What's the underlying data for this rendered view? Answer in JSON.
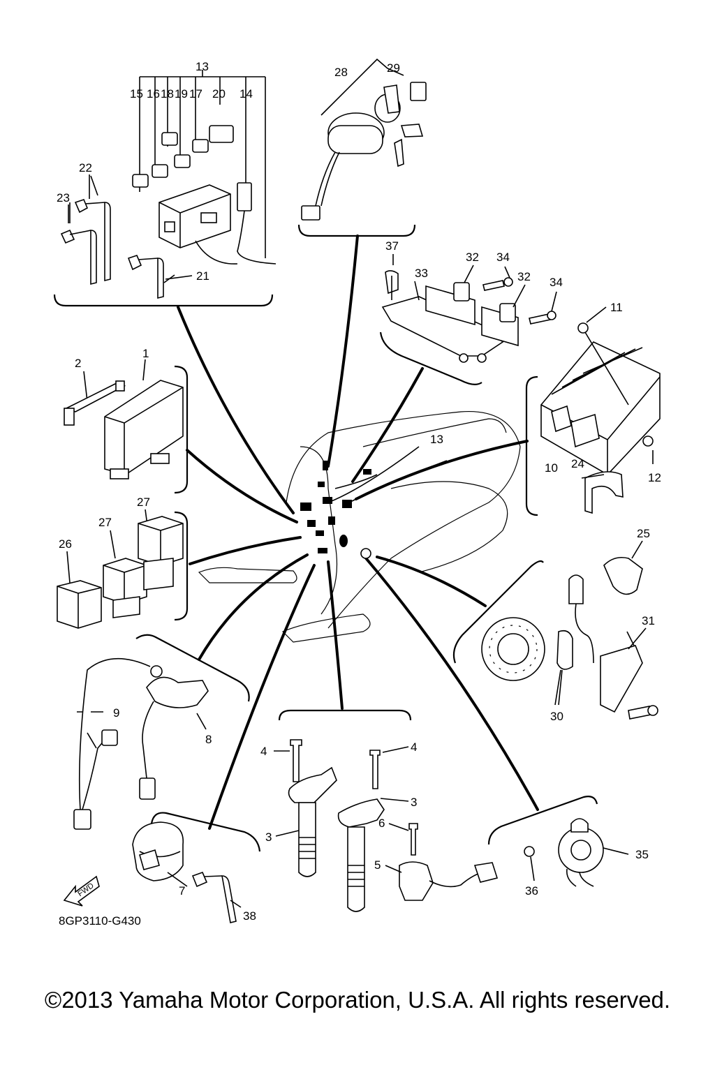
{
  "diagram_code": "8GP3110-G430",
  "copyright": "©2013 Yamaha Motor Corporation, U.S.A. All rights reserved.",
  "fwd_label": "FWD",
  "callouts": {
    "p1": "1",
    "p2": "2",
    "p3a": "3",
    "p3b": "3",
    "p4a": "4",
    "p4b": "4",
    "p5": "5",
    "p6": "6",
    "p7": "7",
    "p8": "8",
    "p9": "9",
    "p10": "10",
    "p11": "11",
    "p12": "12",
    "p13a": "13",
    "p13b": "13",
    "p14": "14",
    "p15": "15",
    "p16": "16",
    "p17": "17",
    "p18": "18",
    "p19": "19",
    "p20": "20",
    "p21": "21",
    "p22": "22",
    "p23": "23",
    "p24": "24",
    "p25": "25",
    "p26": "26",
    "p27a": "27",
    "p27b": "27",
    "p28": "28",
    "p29": "29",
    "p30": "30",
    "p31": "31",
    "p32a": "32",
    "p32b": "32",
    "p33": "33",
    "p34a": "34",
    "p34b": "34",
    "p35": "35",
    "p36": "36",
    "p37": "37",
    "p38": "38"
  }
}
